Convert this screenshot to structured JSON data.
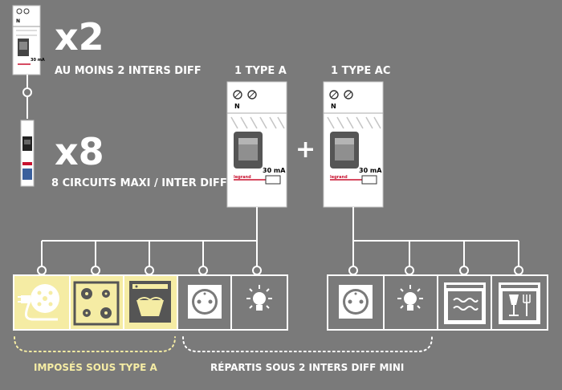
{
  "colors": {
    "background": "#7a7a7a",
    "line": "#ffffff",
    "imposed_fill": "#f5eca4",
    "imposed_label": "#f5eca4",
    "white_fill": "#ffffff",
    "icon_dark": "#555555",
    "brand_red": "#c8102e"
  },
  "legend": {
    "multiplier_1": "x2",
    "caption_1": "AU MOINS 2 INTERS DIFF",
    "multiplier_2": "x8",
    "caption_2": "8 CIRCUITS MAXI / INTER DIFF"
  },
  "device_a": {
    "label": "1 TYPE A",
    "neutral": "N",
    "rating": "30 mA",
    "brand": "legrand"
  },
  "plus_sign": "+",
  "device_ac": {
    "label": "1 TYPE AC",
    "neutral": "N",
    "rating": "30 mA",
    "brand": "legrand"
  },
  "small_breaker": {
    "neutral": "N",
    "rating": "30 mA"
  },
  "captions": {
    "imposed": "IMPOSÉS SOUS TYPE A",
    "spread": "RÉPARTIS SOUS 2 INTERS DIFF MINI"
  },
  "group_a_icons": [
    "electric-vehicle-icon",
    "cooktop-icon",
    "washing-machine-icon",
    "socket-icon",
    "light-bulb-icon"
  ],
  "group_ac_icons": [
    "socket-icon",
    "light-bulb-icon",
    "oven-icon",
    "dishwasher-icon"
  ]
}
